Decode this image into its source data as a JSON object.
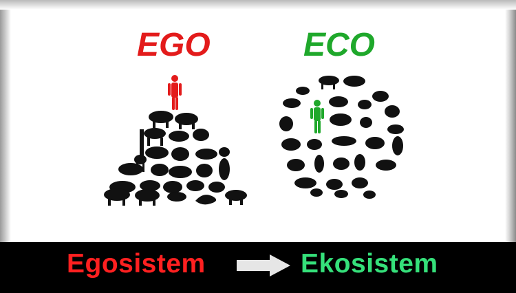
{
  "ego_label": "EGO",
  "eco_label": "ECO",
  "caption": {
    "left": "Egosistem",
    "right": "Ekosistem",
    "arrow_icon": "right-arrow-icon"
  },
  "colors": {
    "ego": "#e31b1b",
    "eco": "#1fa82b",
    "caption_left": "#ff2020",
    "caption_right": "#35e07a",
    "silhouette": "#111111",
    "bar": "#000000"
  },
  "icons": {
    "left_group": "animal-pyramid-icon",
    "right_group": "animal-circle-icon",
    "human_red": "human-red-icon",
    "human_green": "human-green-icon"
  }
}
